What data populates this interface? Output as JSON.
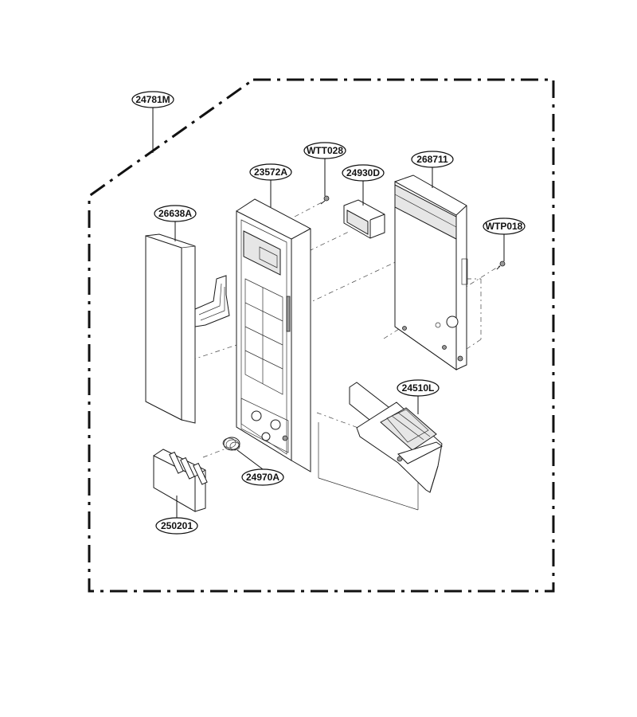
{
  "parts": [
    {
      "id": "assembly",
      "label": "24781M"
    },
    {
      "id": "frame",
      "label": "23572A"
    },
    {
      "id": "screw-wtt",
      "label": "WTT028"
    },
    {
      "id": "display-window",
      "label": "24930D"
    },
    {
      "id": "pcb",
      "label": "268711"
    },
    {
      "id": "membrane",
      "label": "26638A"
    },
    {
      "id": "screw-wtp",
      "label": "WTP018"
    },
    {
      "id": "latch",
      "label": "24510L"
    },
    {
      "id": "spring",
      "label": "24970A"
    },
    {
      "id": "door-button",
      "label": "250201"
    }
  ]
}
